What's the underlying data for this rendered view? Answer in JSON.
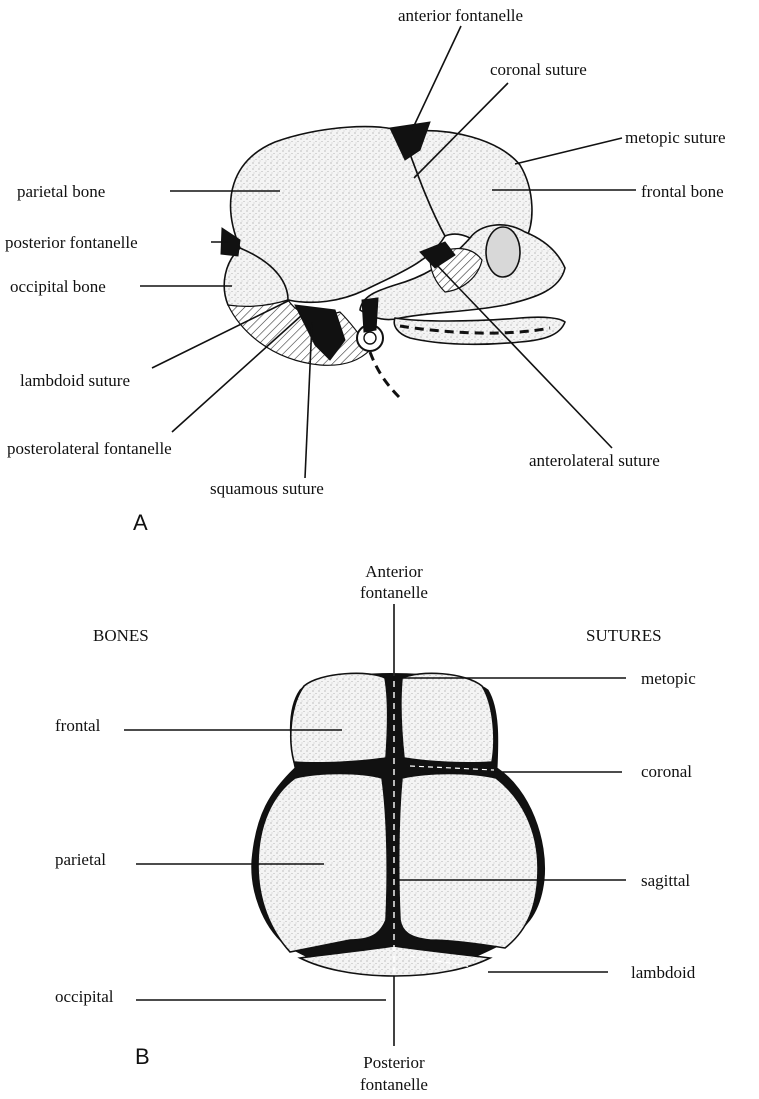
{
  "panel_a": {
    "letter": "A",
    "labels": {
      "anterior_fontanelle": "anterior fontanelle",
      "coronal_suture": "coronal suture",
      "metopic_suture": "metopic suture",
      "frontal_bone": "frontal bone",
      "parietal_bone": "parietal bone",
      "posterior_fontanelle": "posterior fontanelle",
      "occipital_bone": "occipital bone",
      "lambdoid_suture": "lambdoid suture",
      "posterolateral_fontanelle": "posterolateral fontanelle",
      "squamous_suture": "squamous suture",
      "anterolateral_suture": "anterolateral suture"
    }
  },
  "panel_b": {
    "letter": "B",
    "bones_heading": "BONES",
    "sutures_heading": "SUTURES",
    "anterior_fontanelle": [
      "Anterior",
      "fontanelle"
    ],
    "posterior_fontanelle": [
      "Posterior",
      "fontanelle"
    ],
    "bones": [
      "frontal",
      "parietal",
      "occipital"
    ],
    "sutures": [
      "metopic",
      "coronal",
      "sagittal",
      "lambdoid"
    ]
  }
}
